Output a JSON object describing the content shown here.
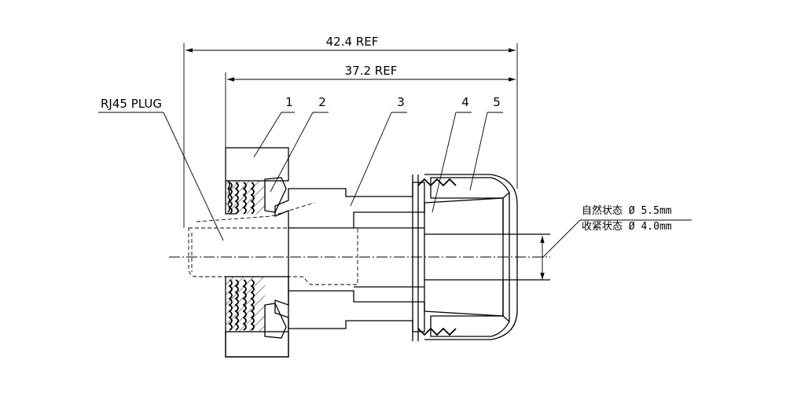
{
  "diagram": {
    "dimensions": {
      "overall_length": "42.4 REF",
      "body_length": "37.2 REF"
    },
    "callouts": {
      "plug": "RJ45 PLUG",
      "part_1": "1",
      "part_2": "2",
      "part_3": "3",
      "part_4": "4",
      "part_5": "5"
    },
    "notes": {
      "open_state": "自然状态 Ø 5.5mm",
      "clamped_state": "收紧状态 Ø 4.0mm"
    }
  }
}
